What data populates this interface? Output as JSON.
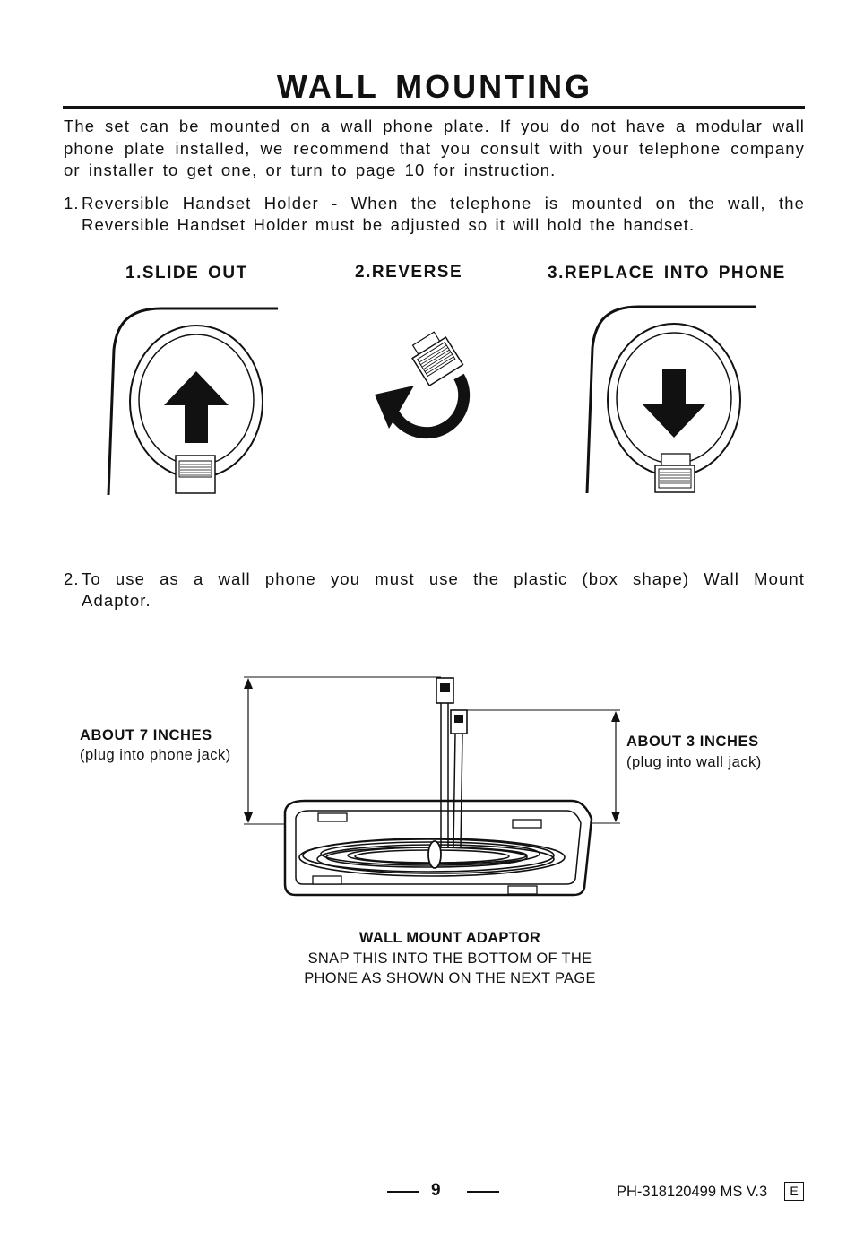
{
  "title": "WALL MOUNTING",
  "intro": "The set can be mounted on a wall phone plate. If you do not have a modular wall phone plate installed, we recommend that you consult with your telephone company or installer to get one, or turn to page 10 for instruction.",
  "items": [
    {
      "num": "1.",
      "text": "Reversible Handset Holder - When the telephone is mounted on the wall, the Reversible Handset Holder must be adjusted so it will hold the handset."
    },
    {
      "num": "2.",
      "text": "To use as a wall phone you must use the plastic (box shape) Wall Mount Adaptor."
    }
  ],
  "steps": [
    "1.SLIDE OUT",
    "2.REVERSE",
    "3.REPLACE INTO PHONE"
  ],
  "adaptor": {
    "left_label": "ABOUT 7 INCHES",
    "left_note": "(plug into phone jack)",
    "right_label": "ABOUT 3 INCHES",
    "right_note": "(plug into wall jack)",
    "caption_title": "WALL MOUNT ADAPTOR",
    "caption_line1": "SNAP THIS INTO THE BOTTOM OF THE",
    "caption_line2": "PHONE AS SHOWN ON THE NEXT PAGE"
  },
  "footer": {
    "page": "9",
    "model": "PH-318120499 MS V.3",
    "lang": "E"
  },
  "icons": [
    "arrow-up-icon",
    "reverse-arrow-icon",
    "arrow-down-icon",
    "dimension-arrow-icon"
  ]
}
